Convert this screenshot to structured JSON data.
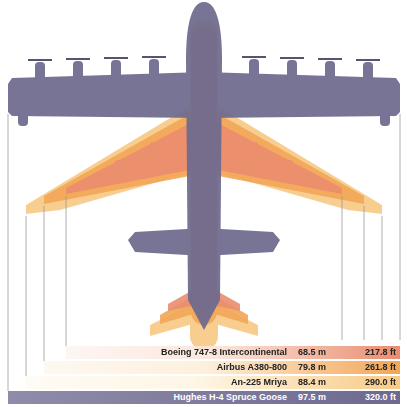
{
  "diagram": {
    "nodes": [
      {
        "text": [
          "Boeing 747-8 Intercontinental",
          "68.5 m",
          "217.8 ft"
        ]
      },
      {
        "text": [
          "Airbus A380-800",
          "79.8 m",
          "261.8 ft"
        ]
      },
      {
        "text": [
          "An-225 Mriya",
          "88.4 m",
          "290.0 ft"
        ]
      },
      {
        "text": [
          "Hughes H-4 Spruce Goose",
          "97.5 m",
          "320.0 ft"
        ]
      }
    ]
  }
}
